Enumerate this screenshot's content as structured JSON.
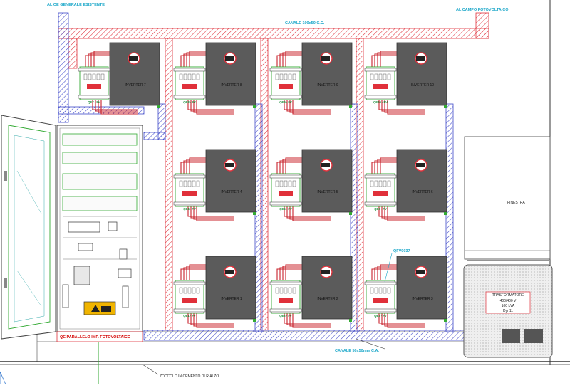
{
  "colors": {
    "inverter_fill": "#5b5b5b",
    "duct_red": "#e0303a",
    "duct_blue": "#3f49c9",
    "annotation": "#1aa7c9",
    "cable_red": "#c8202a",
    "transformer_fill": "#ececec",
    "warning_yellow": "#f0b400"
  },
  "labels": {
    "top_left": "AL QE GENERALE ESISTENTE",
    "top_right": "AL CAMPO FOTOVOLTAICO",
    "duct_top": "CANALE 100x50 C.C.",
    "duct_bottom": "CANALE 50x50mm C.A.",
    "panel": "QE PARALLELO IMP. FOTOVOLTAICO",
    "base": "ZOCCOLO IN CEMENTO DI RIALZO",
    "window": "FINESTRA",
    "callout": "QFV0037"
  },
  "transformer": {
    "title": "TRASFORMATORE",
    "line1": "400/400 V",
    "line2": "100 kVA",
    "line3": "Dyn11"
  },
  "inverters": [
    {
      "name": "INVERTER 7",
      "box": "QE7 - FV"
    },
    {
      "name": "INVERTER 8",
      "box": "QE8 - FV"
    },
    {
      "name": "INVERTER 9",
      "box": "QE9 - FV"
    },
    {
      "name": "INVERTER 10",
      "box": "QE10 - FV"
    },
    {
      "name": "INVERTER 4",
      "box": "QE4 - FV"
    },
    {
      "name": "INVERTER 5",
      "box": "QE5 - FV"
    },
    {
      "name": "INVERTER 6",
      "box": "QE6 - FV"
    },
    {
      "name": "INVERTER 1",
      "box": "QE1 - FV"
    },
    {
      "name": "INVERTER 2",
      "box": "QE2 - FV"
    },
    {
      "name": "INVERTER 3",
      "box": "QE3 - FV"
    }
  ]
}
